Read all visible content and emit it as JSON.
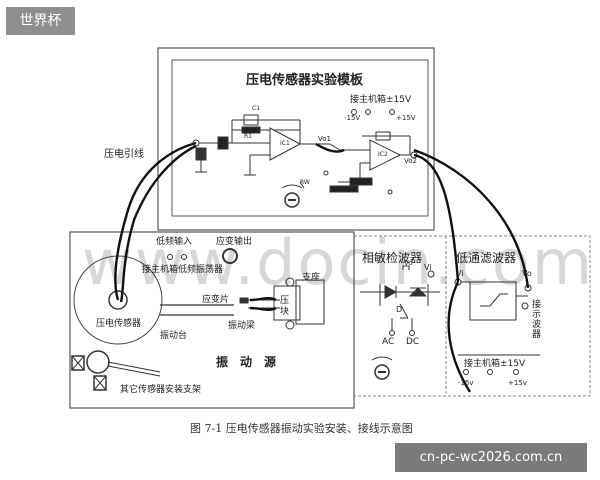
{
  "watermark_tag": "世界杯",
  "source_tag": "cn-pc-wc2026.com.cn",
  "watermark_text": "www.docin.com",
  "caption": "图 7-1    压电传感器振动实验安装、接线示意图",
  "board": {
    "title": "压电传感器实验模板",
    "power_label": "接主机箱±15V",
    "minus15": "-15V",
    "plus15": "+15V",
    "c1": "C1",
    "r1": "R1",
    "ic1": "IC1",
    "ic2": "IC2",
    "vo1": "Vo1",
    "vo2": "Vo2",
    "rw": "RW"
  },
  "lead_label": "压电引线",
  "platform": {
    "lowfreq_in": "低频输入",
    "strain_out": "应变输出",
    "connect_lowfreq": "接主机箱低频振荡器",
    "sensor": "压电传感器",
    "vibration_table": "振动台",
    "strain_gauge": "应变片",
    "vibration_beam": "振动梁",
    "bracket": "支座",
    "block": "压块",
    "source": "振动源",
    "other_mount": "其它传感器安装支架"
  },
  "detector": {
    "title": "相敏检波器",
    "vi": "Vi",
    "vo": "Vo",
    "ac": "AC",
    "dc": "DC",
    "d": "D"
  },
  "lowpass": {
    "title": "低通滤波器",
    "vi": "Vi",
    "vo": "Vo",
    "connect_display": "接示波器",
    "power_label": "接主机箱±15V",
    "minus15": "-15v",
    "plus15": "+15v"
  }
}
